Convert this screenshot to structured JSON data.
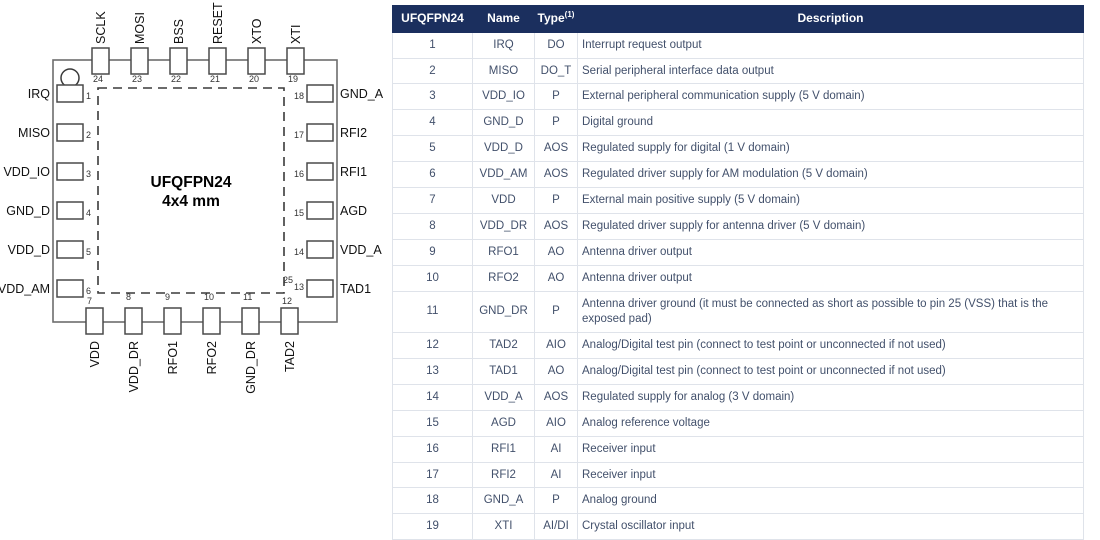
{
  "diagram": {
    "center_line1": "UFQFPN24",
    "center_line2": "4x4 mm",
    "exposed_pad_number": "25",
    "top_pins": [
      {
        "num": "24",
        "name": "SCLK"
      },
      {
        "num": "23",
        "name": "MOSI"
      },
      {
        "num": "22",
        "name": "BSS"
      },
      {
        "num": "21",
        "name": "RESET"
      },
      {
        "num": "20",
        "name": "XTO"
      },
      {
        "num": "19",
        "name": "XTI"
      }
    ],
    "left_pins": [
      {
        "num": "1",
        "name": "IRQ"
      },
      {
        "num": "2",
        "name": "MISO"
      },
      {
        "num": "3",
        "name": "VDD_IO"
      },
      {
        "num": "4",
        "name": "GND_D"
      },
      {
        "num": "5",
        "name": "VDD_D"
      },
      {
        "num": "6",
        "name": "VDD_AM"
      }
    ],
    "bottom_pins": [
      {
        "num": "7",
        "name": "VDD"
      },
      {
        "num": "8",
        "name": "VDD_DR"
      },
      {
        "num": "9",
        "name": "RFO1"
      },
      {
        "num": "10",
        "name": "RFO2"
      },
      {
        "num": "11",
        "name": "GND_DR"
      },
      {
        "num": "12",
        "name": "TAD2"
      }
    ],
    "right_pins": [
      {
        "num": "18",
        "name": "GND_A"
      },
      {
        "num": "17",
        "name": "RFI2"
      },
      {
        "num": "16",
        "name": "RFI1"
      },
      {
        "num": "15",
        "name": "AGD"
      },
      {
        "num": "14",
        "name": "VDD_A"
      },
      {
        "num": "13",
        "name": "TAD1"
      }
    ]
  },
  "table": {
    "headers": {
      "pin": "UFQFPN24",
      "name": "Name",
      "type": "Type",
      "type_note": "(1)",
      "description": "Description"
    },
    "rows": [
      {
        "pin": "1",
        "name": "IRQ",
        "type": "DO",
        "description": "Interrupt request output"
      },
      {
        "pin": "2",
        "name": "MISO",
        "type": "DO_T",
        "description": "Serial peripheral interface data output"
      },
      {
        "pin": "3",
        "name": "VDD_IO",
        "type": "P",
        "description": "External peripheral communication supply (5 V domain)"
      },
      {
        "pin": "4",
        "name": "GND_D",
        "type": "P",
        "description": "Digital ground"
      },
      {
        "pin": "5",
        "name": "VDD_D",
        "type": "AOS",
        "description": "Regulated supply for digital (1 V domain)"
      },
      {
        "pin": "6",
        "name": "VDD_AM",
        "type": "AOS",
        "description": "Regulated driver supply for AM modulation (5 V domain)"
      },
      {
        "pin": "7",
        "name": "VDD",
        "type": "P",
        "description": "External main positive supply (5 V domain)"
      },
      {
        "pin": "8",
        "name": "VDD_DR",
        "type": "AOS",
        "description": "Regulated driver supply for antenna driver (5 V domain)"
      },
      {
        "pin": "9",
        "name": "RFO1",
        "type": "AO",
        "description": "Antenna driver output"
      },
      {
        "pin": "10",
        "name": "RFO2",
        "type": "AO",
        "description": "Antenna driver output"
      },
      {
        "pin": "11",
        "name": "GND_DR",
        "type": "P",
        "description": "Antenna driver ground (it must be connected as short as possible to pin 25 (VSS) that is the exposed pad)"
      },
      {
        "pin": "12",
        "name": "TAD2",
        "type": "AIO",
        "description": "Analog/Digital test pin (connect to test point or unconnected if not used)"
      },
      {
        "pin": "13",
        "name": "TAD1",
        "type": "AO",
        "description": "Analog/Digital test pin (connect to test point or unconnected if not used)"
      },
      {
        "pin": "14",
        "name": "VDD_A",
        "type": "AOS",
        "description": "Regulated supply for analog (3 V domain)"
      },
      {
        "pin": "15",
        "name": "AGD",
        "type": "AIO",
        "description": "Analog reference voltage"
      },
      {
        "pin": "16",
        "name": "RFI1",
        "type": "AI",
        "description": "Receiver input"
      },
      {
        "pin": "17",
        "name": "RFI2",
        "type": "AI",
        "description": "Receiver input"
      },
      {
        "pin": "18",
        "name": "GND_A",
        "type": "P",
        "description": "Analog ground"
      },
      {
        "pin": "19",
        "name": "XTI",
        "type": "AI/DI",
        "description": "Crystal oscillator input"
      }
    ]
  },
  "colors": {
    "header_bg": "#1b2f5e",
    "header_text": "#ffffff",
    "body_text": "#42506b",
    "grid": "#dfe3ea"
  }
}
